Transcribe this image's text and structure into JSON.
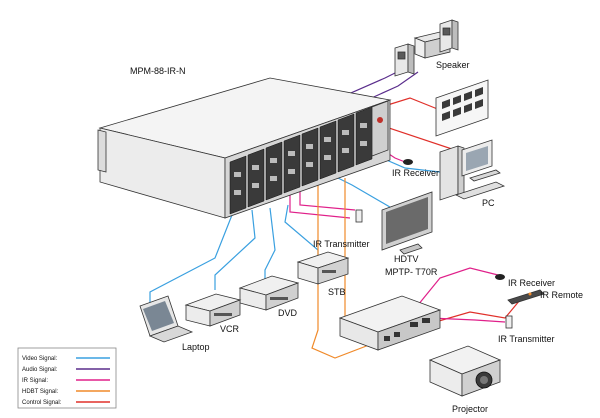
{
  "title": "MPM-88-IR-N",
  "labels": {
    "speaker": "Speaker",
    "ir_receiver_top": "IR Receiver",
    "pc": "PC",
    "ir_transmitter_top": "IR Transmitter",
    "hdtv": "HDTV",
    "receiver_model": "MPTP- T70R",
    "stb": "STB",
    "dvd": "DVD",
    "vcr": "VCR",
    "laptop": "Laptop",
    "ir_receiver_right": "IR Receiver",
    "ir_remote": "IR Remote",
    "ir_transmitter_right": "IR Transmitter",
    "projector": "Projector"
  },
  "legend": [
    {
      "label": "Video Signal:",
      "color": "#3aa0e0"
    },
    {
      "label": "Audio Signal:",
      "color": "#5a2d8c"
    },
    {
      "label": "IR Signal:",
      "color": "#e0208a"
    },
    {
      "label": "HDBT Signal:",
      "color": "#f08a2a"
    },
    {
      "label": "Control Signal:",
      "color": "#e0302a"
    }
  ],
  "colors": {
    "video": "#3aa0e0",
    "audio": "#5a2d8c",
    "ir": "#e0208a",
    "hdbt": "#f08a2a",
    "control": "#e0302a"
  }
}
